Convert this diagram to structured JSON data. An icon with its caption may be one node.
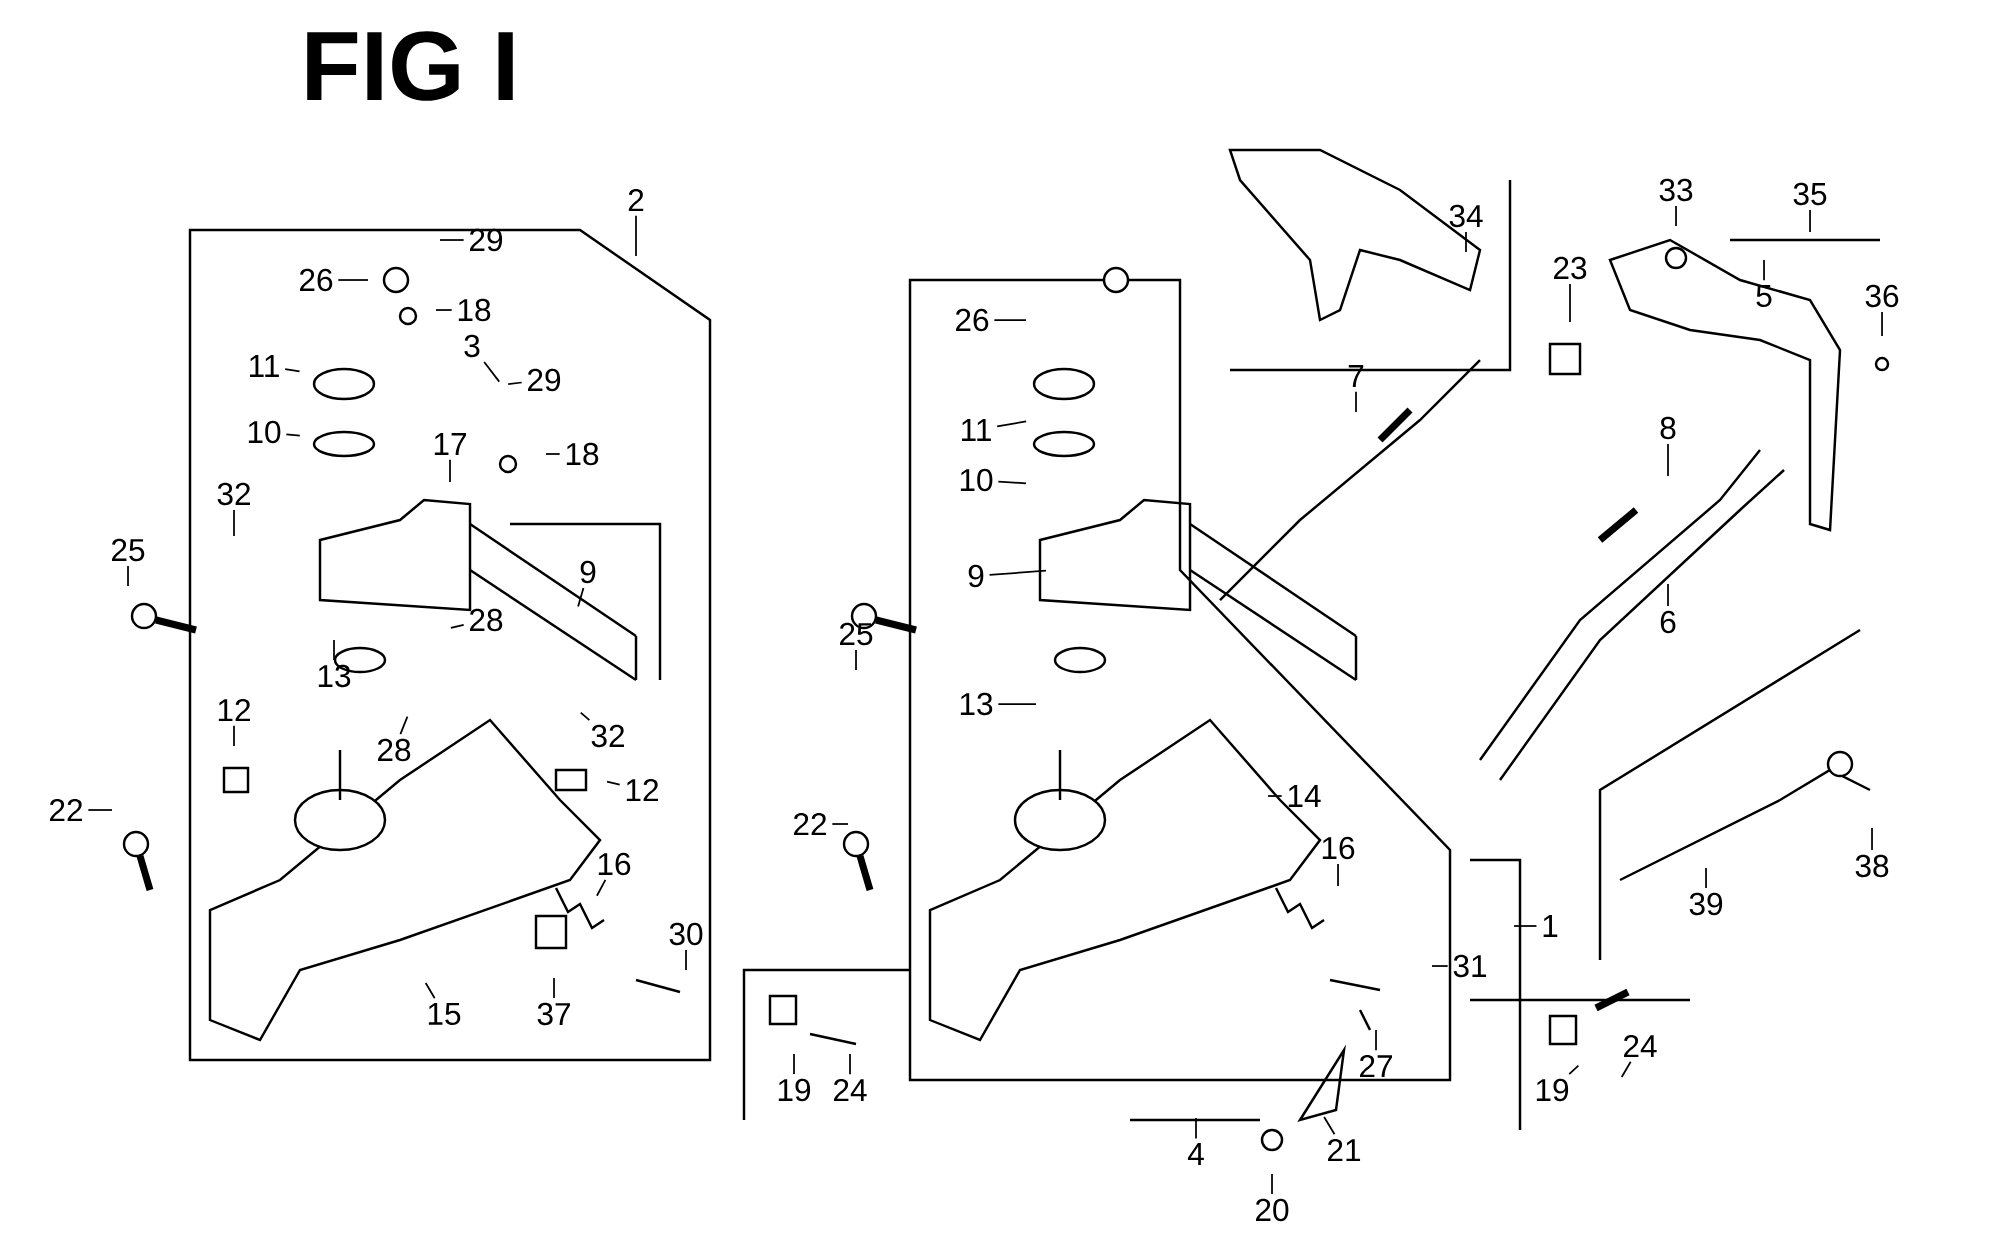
{
  "diagram": {
    "title": "FIG I",
    "nodes": [
      {
        "text": [
          "2"
        ]
      },
      {
        "text": [
          "29"
        ]
      },
      {
        "text": [
          "26"
        ]
      },
      {
        "text": [
          "18"
        ]
      },
      {
        "text": [
          "3"
        ]
      },
      {
        "text": [
          "11"
        ]
      },
      {
        "text": [
          "29"
        ]
      },
      {
        "text": [
          "10"
        ]
      },
      {
        "text": [
          "17"
        ]
      },
      {
        "text": [
          "18"
        ]
      },
      {
        "text": [
          "9"
        ]
      },
      {
        "text": [
          "32"
        ]
      },
      {
        "text": [
          "25"
        ]
      },
      {
        "text": [
          "28"
        ]
      },
      {
        "text": [
          "13"
        ]
      },
      {
        "text": [
          "28"
        ]
      },
      {
        "text": [
          "32"
        ]
      },
      {
        "text": [
          "12"
        ]
      },
      {
        "text": [
          "12"
        ]
      },
      {
        "text": [
          "22"
        ]
      },
      {
        "text": [
          "16"
        ]
      },
      {
        "text": [
          "30"
        ]
      },
      {
        "text": [
          "15"
        ]
      },
      {
        "text": [
          "37"
        ]
      },
      {
        "text": [
          "34"
        ]
      },
      {
        "text": [
          "26"
        ]
      },
      {
        "text": [
          "11"
        ]
      },
      {
        "text": [
          "7"
        ]
      },
      {
        "text": [
          "10"
        ]
      },
      {
        "text": [
          "9"
        ]
      },
      {
        "text": [
          "25"
        ]
      },
      {
        "text": [
          "13"
        ]
      },
      {
        "text": [
          "22"
        ]
      },
      {
        "text": [
          "14"
        ]
      },
      {
        "text": [
          "16"
        ]
      },
      {
        "text": [
          "1"
        ]
      },
      {
        "text": [
          "31"
        ]
      },
      {
        "text": [
          "27"
        ]
      },
      {
        "text": [
          "4"
        ]
      },
      {
        "text": [
          "19"
        ]
      },
      {
        "text": [
          "24"
        ]
      },
      {
        "text": [
          "21"
        ]
      },
      {
        "text": [
          "20"
        ]
      },
      {
        "text": [
          "23"
        ]
      },
      {
        "text": [
          "33"
        ]
      },
      {
        "text": [
          "35"
        ]
      },
      {
        "text": [
          "5"
        ]
      },
      {
        "text": [
          "36"
        ]
      },
      {
        "text": [
          "8"
        ]
      },
      {
        "text": [
          "6"
        ]
      },
      {
        "text": [
          "39"
        ]
      },
      {
        "text": [
          "38"
        ]
      },
      {
        "text": [
          "19"
        ]
      },
      {
        "text": [
          "24"
        ]
      }
    ],
    "edges": [
      {
        "from": 0,
        "to": null,
        "arrow": "none"
      },
      {
        "from": 1,
        "to": null,
        "arrow": "none"
      },
      {
        "from": 2,
        "to": null,
        "arrow": "none"
      },
      {
        "from": 3,
        "to": null,
        "arrow": "none"
      },
      {
        "from": 4,
        "to": null,
        "arrow": "none"
      },
      {
        "from": 5,
        "to": null,
        "arrow": "none"
      },
      {
        "from": 6,
        "to": null,
        "arrow": "none"
      },
      {
        "from": 7,
        "to": null,
        "arrow": "none"
      },
      {
        "from": 8,
        "to": null,
        "arrow": "none"
      },
      {
        "from": 9,
        "to": null,
        "arrow": "none"
      },
      {
        "from": 10,
        "to": null,
        "arrow": "none"
      },
      {
        "from": 11,
        "to": null,
        "arrow": "none"
      },
      {
        "from": 12,
        "to": null,
        "arrow": "none"
      },
      {
        "from": 13,
        "to": null,
        "arrow": "none"
      },
      {
        "from": 14,
        "to": null,
        "arrow": "none"
      },
      {
        "from": 15,
        "to": null,
        "arrow": "none"
      },
      {
        "from": 16,
        "to": null,
        "arrow": "none"
      },
      {
        "from": 17,
        "to": null,
        "arrow": "none"
      },
      {
        "from": 18,
        "to": null,
        "arrow": "none"
      },
      {
        "from": 19,
        "to": null,
        "arrow": "none"
      },
      {
        "from": 20,
        "to": null,
        "arrow": "none"
      },
      {
        "from": 21,
        "to": null,
        "arrow": "none"
      },
      {
        "from": 22,
        "to": null,
        "arrow": "none"
      },
      {
        "from": 23,
        "to": null,
        "arrow": "none"
      },
      {
        "from": 24,
        "to": null,
        "arrow": "none"
      },
      {
        "from": 25,
        "to": null,
        "arrow": "none"
      },
      {
        "from": 26,
        "to": null,
        "arrow": "none"
      },
      {
        "from": 27,
        "to": null,
        "arrow": "none"
      },
      {
        "from": 28,
        "to": null,
        "arrow": "none"
      },
      {
        "from": 29,
        "to": null,
        "arrow": "none"
      },
      {
        "from": 30,
        "to": null,
        "arrow": "none"
      },
      {
        "from": 31,
        "to": null,
        "arrow": "none"
      },
      {
        "from": 32,
        "to": null,
        "arrow": "none"
      },
      {
        "from": 33,
        "to": null,
        "arrow": "none"
      },
      {
        "from": 34,
        "to": null,
        "arrow": "none"
      },
      {
        "from": 35,
        "to": null,
        "arrow": "none"
      },
      {
        "from": 36,
        "to": null,
        "arrow": "none"
      },
      {
        "from": 37,
        "to": null,
        "arrow": "none"
      },
      {
        "from": 38,
        "to": null,
        "arrow": "none"
      },
      {
        "from": 39,
        "to": null,
        "arrow": "none"
      },
      {
        "from": 40,
        "to": null,
        "arrow": "none"
      },
      {
        "from": 41,
        "to": null,
        "arrow": "none"
      },
      {
        "from": 42,
        "to": null,
        "arrow": "none"
      },
      {
        "from": 43,
        "to": null,
        "arrow": "none"
      },
      {
        "from": 44,
        "to": null,
        "arrow": "none"
      },
      {
        "from": 45,
        "to": null,
        "arrow": "none"
      },
      {
        "from": 46,
        "to": null,
        "arrow": "none"
      },
      {
        "from": 47,
        "to": null,
        "arrow": "none"
      },
      {
        "from": 48,
        "to": null,
        "arrow": "none"
      },
      {
        "from": 49,
        "to": null,
        "arrow": "none"
      },
      {
        "from": 50,
        "to": null,
        "arrow": "none"
      },
      {
        "from": 51,
        "to": null,
        "arrow": "none"
      },
      {
        "from": 52,
        "to": null,
        "arrow": "none"
      },
      {
        "from": 53,
        "to": null,
        "arrow": "none"
      }
    ]
  }
}
